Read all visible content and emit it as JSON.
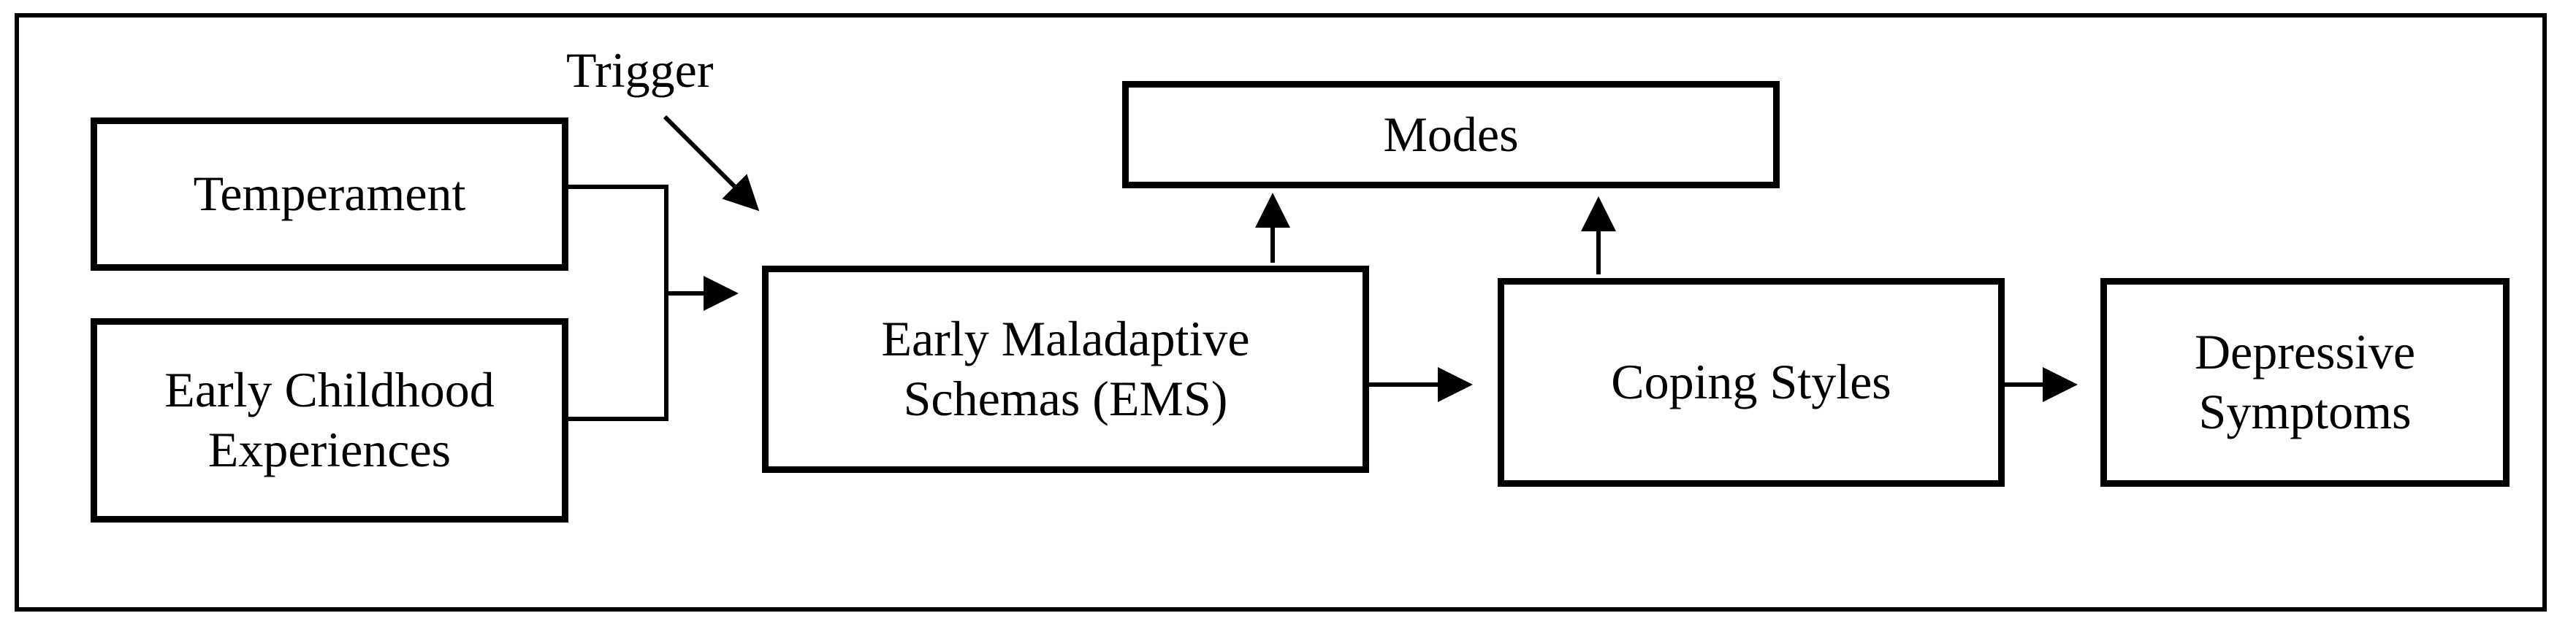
{
  "diagram": {
    "nodes": {
      "temperament": "Temperament",
      "childhood": "Early Childhood\nExperiences",
      "ems": "Early Maladaptive\nSchemas (EMS)",
      "modes": "Modes",
      "coping": "Coping Styles",
      "depressive": "Depressive\nSymptoms"
    },
    "trigger_label": "Trigger"
  }
}
